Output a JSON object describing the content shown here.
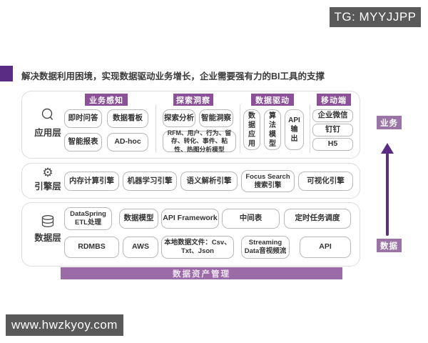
{
  "overlays": {
    "tg_badge": "TG: MYYJJPP",
    "site_badge": "www.hwzkyoy.com"
  },
  "title": "解决数据利用困境，实现数据驱动业务增长，企业需要强有力的BI工具的支撑",
  "colors": {
    "header_purple": "#8b5097",
    "dark_purple": "#5b2c83",
    "muted_purple": "#9a74a7",
    "bar_purple": "#9b6ba7",
    "badge_gray": "#595959"
  },
  "side_flow": {
    "top_label": "业务",
    "bottom_label": "数据"
  },
  "bottom_bar": "数据资产管理",
  "application_layer": {
    "label": "应用层",
    "icon": "magnifier-icon",
    "sections": {
      "perception": {
        "header": "业务感知",
        "items": [
          "即时问答",
          "数据看板",
          "智能报表",
          "AD-hoc"
        ]
      },
      "insight": {
        "header": "探索洞察",
        "items": [
          "探索分析",
          "智能洞察"
        ],
        "models": "RFM、用户、行为、留存、转化、事件、粘性、热图分析模型"
      },
      "driven": {
        "header": "数据驱动",
        "items": [
          [
            "数",
            "据",
            "应",
            "用"
          ],
          [
            "算",
            "法",
            "模",
            "型"
          ],
          [
            "API",
            "输",
            "出"
          ]
        ]
      },
      "mobile": {
        "header": "移动端",
        "items": [
          "企业微信",
          "钉钉",
          "H5"
        ]
      }
    }
  },
  "engine_layer": {
    "label": "引擎层",
    "icon": "gear-icon",
    "items": [
      "内存计算引擎",
      "机器学习引擎",
      "语义解析引擎",
      [
        "Focus Search",
        "搜索引擎"
      ],
      "可视化引擎"
    ]
  },
  "data_layer": {
    "label": "数据层",
    "icon": "database-icon",
    "row1": [
      [
        "DataSpring",
        "ETL处理"
      ],
      "数据模型",
      "API Framework",
      "中间表",
      "定时任务调度"
    ],
    "row2": [
      "RDMBS",
      "AWS",
      [
        "本地数据文件：Csv、",
        "Txt、Json"
      ],
      [
        "Streaming",
        "Data音视频流"
      ],
      "API"
    ]
  }
}
